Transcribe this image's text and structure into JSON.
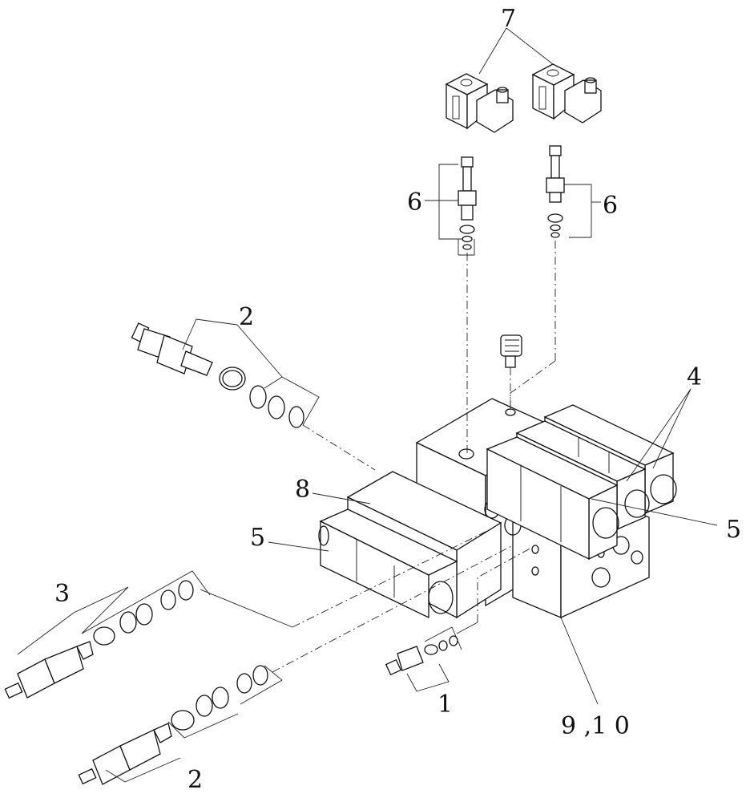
{
  "diagram": {
    "callouts": {
      "c1": "1",
      "c2_top": "2",
      "c2_bottom": "2",
      "c3": "3",
      "c4": "4",
      "c5_left": "5",
      "c5_right": "5",
      "c6_left": "6",
      "c6_right": "6",
      "c7": "7",
      "c8": "8",
      "c9_10": "9 ,1 0"
    }
  }
}
